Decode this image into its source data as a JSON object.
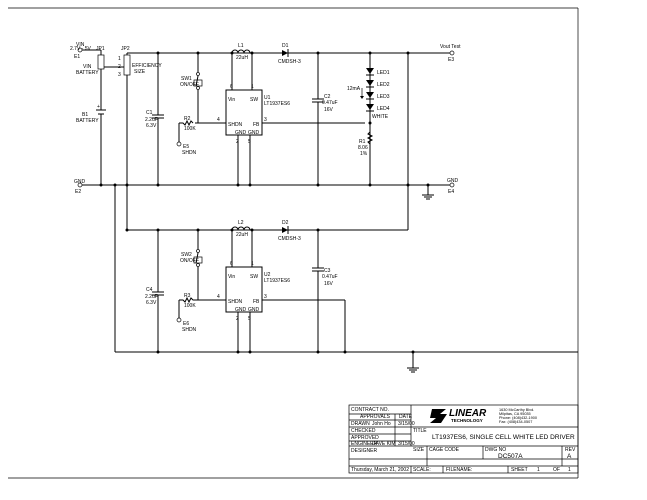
{
  "top_circuit": {
    "vin_label": "VIN",
    "vin_range": "2.7V - 5V",
    "e1": "E1",
    "jp1": "JP1",
    "vin_pin": "VIN",
    "battery_pin": "BATTERY",
    "jp2": "JP2",
    "jp2_pin1": "1",
    "jp2_pin2": "2",
    "jp2_pin3": "3",
    "efficiency": "EFFICIENCY",
    "size": "SIZE",
    "b1": "B1",
    "b1_type": "BATTERY",
    "c1": "C1",
    "c1_value": "2.2uF",
    "c1_volt": "6.3V",
    "sw1": "SW1",
    "sw1_mode": "ON/OFF",
    "r2": "R2",
    "r2_value": "100K",
    "e5": "E5",
    "shdn_net": "SHDN",
    "l1": "L1",
    "l1_value": "22uH",
    "d1": "D1",
    "d1_part": "CMDSH-3",
    "u1": "U1",
    "u1_part": "LT1937ES6",
    "pin_vin": "Vin",
    "pin_sw": "SW",
    "pin_shdn": "SHDN",
    "pin_fb": "FB",
    "pin_gnd": "GND",
    "pin_gnd2": "GND",
    "pin6": "6",
    "pin1": "1",
    "pin4": "4",
    "pin3": "3",
    "pin2": "2",
    "pin5": "5",
    "c2": "C2",
    "c2_value": "0.47uF",
    "c2_volt": "16V",
    "led_current": "12mA",
    "led1": "LED1",
    "led2": "LED2",
    "led3": "LED3",
    "led4": "LED4",
    "led_color": "WHITE",
    "r1": "R1",
    "r1_value": "8.06",
    "r1_tol": "1%",
    "vout_label": "Vout Test",
    "e3": "E3",
    "gnd_left": "GND",
    "e2": "E2",
    "gnd_right": "GND",
    "e4": "E4"
  },
  "bottom_circuit": {
    "sw2": "SW2",
    "sw2_mode": "ON/OFF",
    "c4": "C4",
    "c4_value": "2.2uF",
    "c4_volt": "6.3V",
    "r3": "R3",
    "r3_value": "100K",
    "e6": "E6",
    "shdn_net": "SHDN",
    "l2": "L2",
    "l2_value": "22uH",
    "d2": "D2",
    "d2_part": "CMDSH-3",
    "u2": "U2",
    "u2_part": "LT1937ES6",
    "pin_vin": "Vin",
    "pin_sw": "SW",
    "pin_shdn": "SHDN",
    "pin_fb": "FB",
    "pin_gnd": "GND",
    "pin_gnd2": "GND",
    "pin6": "6",
    "pin1": "1",
    "pin4": "4",
    "pin3": "3",
    "pin2": "2",
    "pin5": "5",
    "c3": "C3",
    "c3_value": "0.47uF",
    "c3_volt": "16V"
  },
  "title_block": {
    "contract_no": "CONTRACT NO.",
    "approvals": "APPROVALS",
    "date": "DATE",
    "drawn": "DRAWN",
    "drawn_by": "John Ho",
    "drawn_date": "3/15/00",
    "checked": "CHECKED",
    "approved": "APPROVED",
    "engineer": "ENGINEER",
    "engineer_name": "DAVE KIM",
    "engineer_date": "3/15/00",
    "designer": "DESIGNER",
    "company_logo": "LINEAR TECHNOLOGY",
    "address1": "1630 McCarthy Blvd.",
    "address2": "Milpitas, CA 95035",
    "phone": "Phone: (408)432-1900",
    "fax": "Fax: (408)434-0507",
    "title_label": "TITLE",
    "title": "LT1937ES6, SINGLE CELL WHITE LED DRIVER",
    "size_label": "SIZE",
    "cage_label": "CAGE CODE",
    "dwg_label": "DWG NO",
    "dwg_no": "DC507A",
    "rev_label": "REV",
    "rev": "A",
    "print_date": "Thursday, March 21, 2002",
    "scale_label": "SCALE:",
    "filename_label": "FILENAME:",
    "sheet_label": "SHEET",
    "sheet_no": "1",
    "of_label": "OF",
    "sheet_total": "1"
  }
}
